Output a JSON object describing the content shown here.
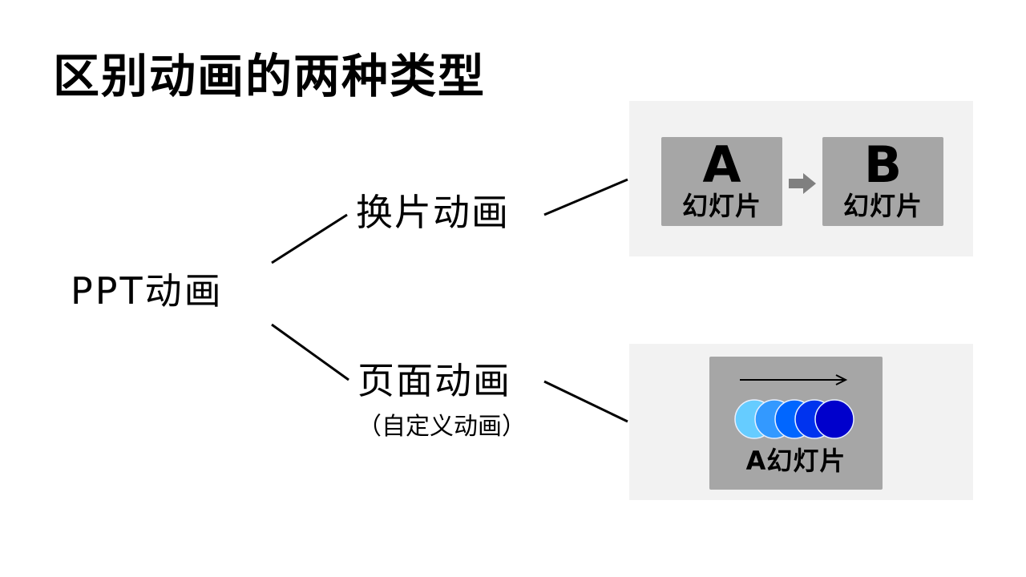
{
  "title": "区别动画的两种类型",
  "root": {
    "label": "PPT动画"
  },
  "branches": {
    "transition": {
      "label": "换片动画",
      "example": {
        "from_letter": "A",
        "from_label": "幻灯片",
        "to_letter": "B",
        "to_label": "幻灯片"
      }
    },
    "page": {
      "label": "页面动画",
      "sublabel": "（自定义动画）",
      "example": {
        "label": "A幻灯片",
        "circle_colors": [
          "#66ccff",
          "#3399ff",
          "#0066ff",
          "#0033ee",
          "#0000cc"
        ]
      }
    }
  },
  "colors": {
    "panel": "#f2f2f2",
    "slide_box": "#a6a6a6",
    "arrow": "#808080"
  }
}
